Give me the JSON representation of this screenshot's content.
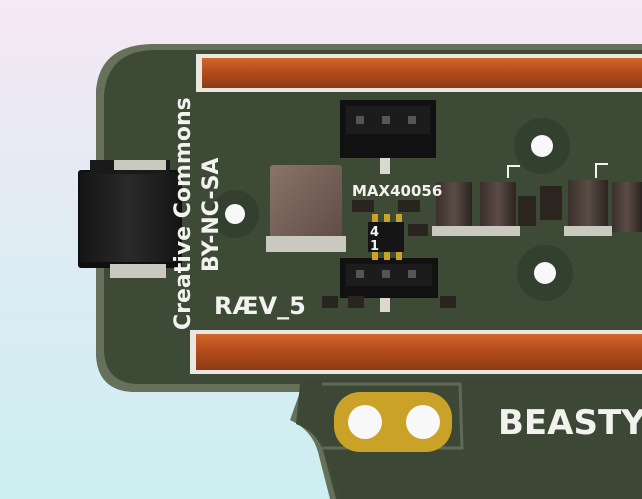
{
  "board": {
    "colors": {
      "soldermask": "#3d4a36",
      "soldermask_edge": "#66705a",
      "silkscreen": "#f2f2ee",
      "copper_strip": "#b8501e",
      "pad_gold": "#c9a227",
      "component_black": "#1e1e1e",
      "component_brown": "#6e5a52"
    },
    "silkscreen": {
      "license_line1": "Creative Commons",
      "license_line2": "BY-NC-SA",
      "revision": "RÆV_5",
      "ic_label": "MAX40056",
      "name": "BEASTY",
      "pin_mark_4": "4",
      "pin_mark_1": "1"
    },
    "icons": [
      "mounting-hole-icon",
      "connector-header-icon",
      "smd-resistor-icon",
      "smd-capacitor-icon",
      "ic-chip-icon",
      "solder-pad-icon"
    ]
  }
}
